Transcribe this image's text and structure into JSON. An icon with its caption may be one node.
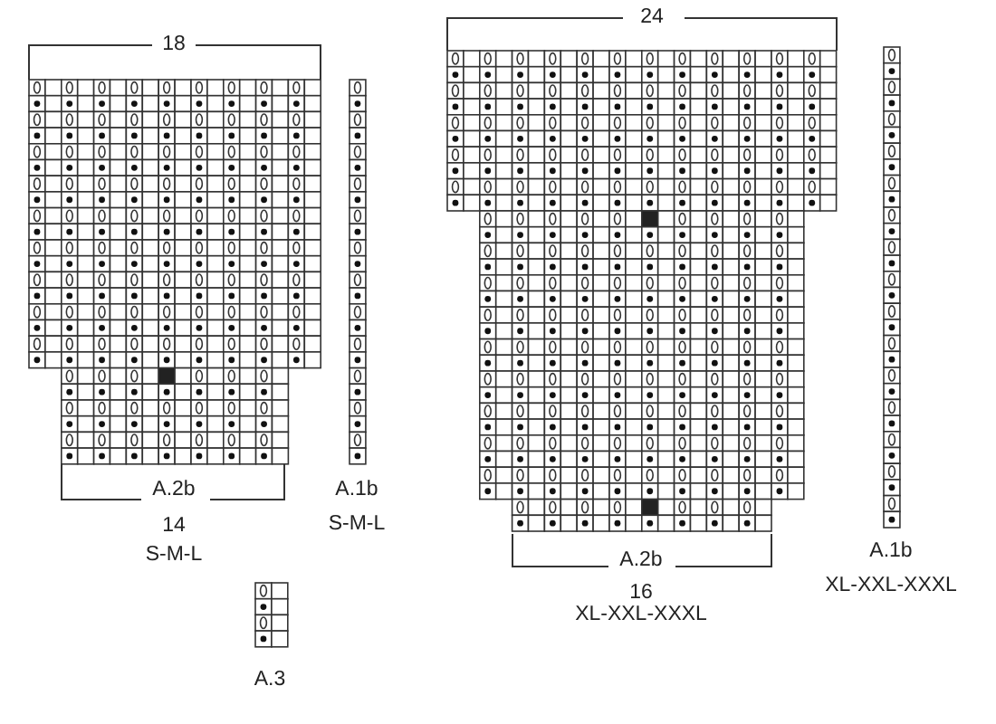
{
  "diagram": {
    "labels": [
      "18",
      "A.2b",
      "14",
      "S-M-L",
      "A.1b",
      "S-M-L",
      "A.3",
      "24",
      "A.2b",
      "16",
      "XL-XXL-XXXL",
      "A.1b",
      "XL-XXL-XXXL"
    ]
  }
}
